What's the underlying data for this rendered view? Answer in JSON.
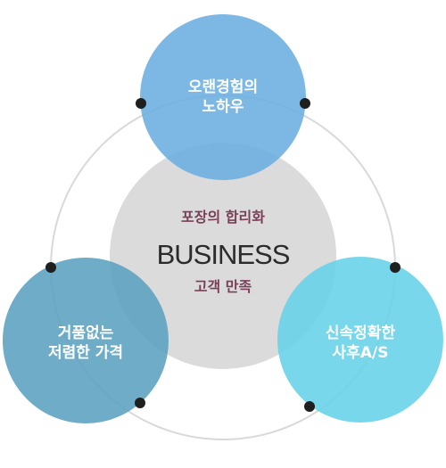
{
  "colors": {
    "ring": "#d9d9d9",
    "center_circle": "#dcdbdc",
    "top_circle": "#6aaedf",
    "left_circle": "#5aa1bf",
    "right_circle": "#67d1e8",
    "dot": "#1f1f1f",
    "center_subtext": "#7a3f57",
    "center_main_text": "#2b2b2b"
  },
  "center": {
    "line1": "포장의 합리화",
    "main": "BUSINESS",
    "line3": "고객 만족"
  },
  "nodes": {
    "top": {
      "line1": "오랜경험의",
      "line2": "노하우"
    },
    "left": {
      "line1": "거품없는",
      "line2": "저렴한 가격"
    },
    "right": {
      "line1": "신속정확한",
      "line2": "사후A/S"
    }
  }
}
